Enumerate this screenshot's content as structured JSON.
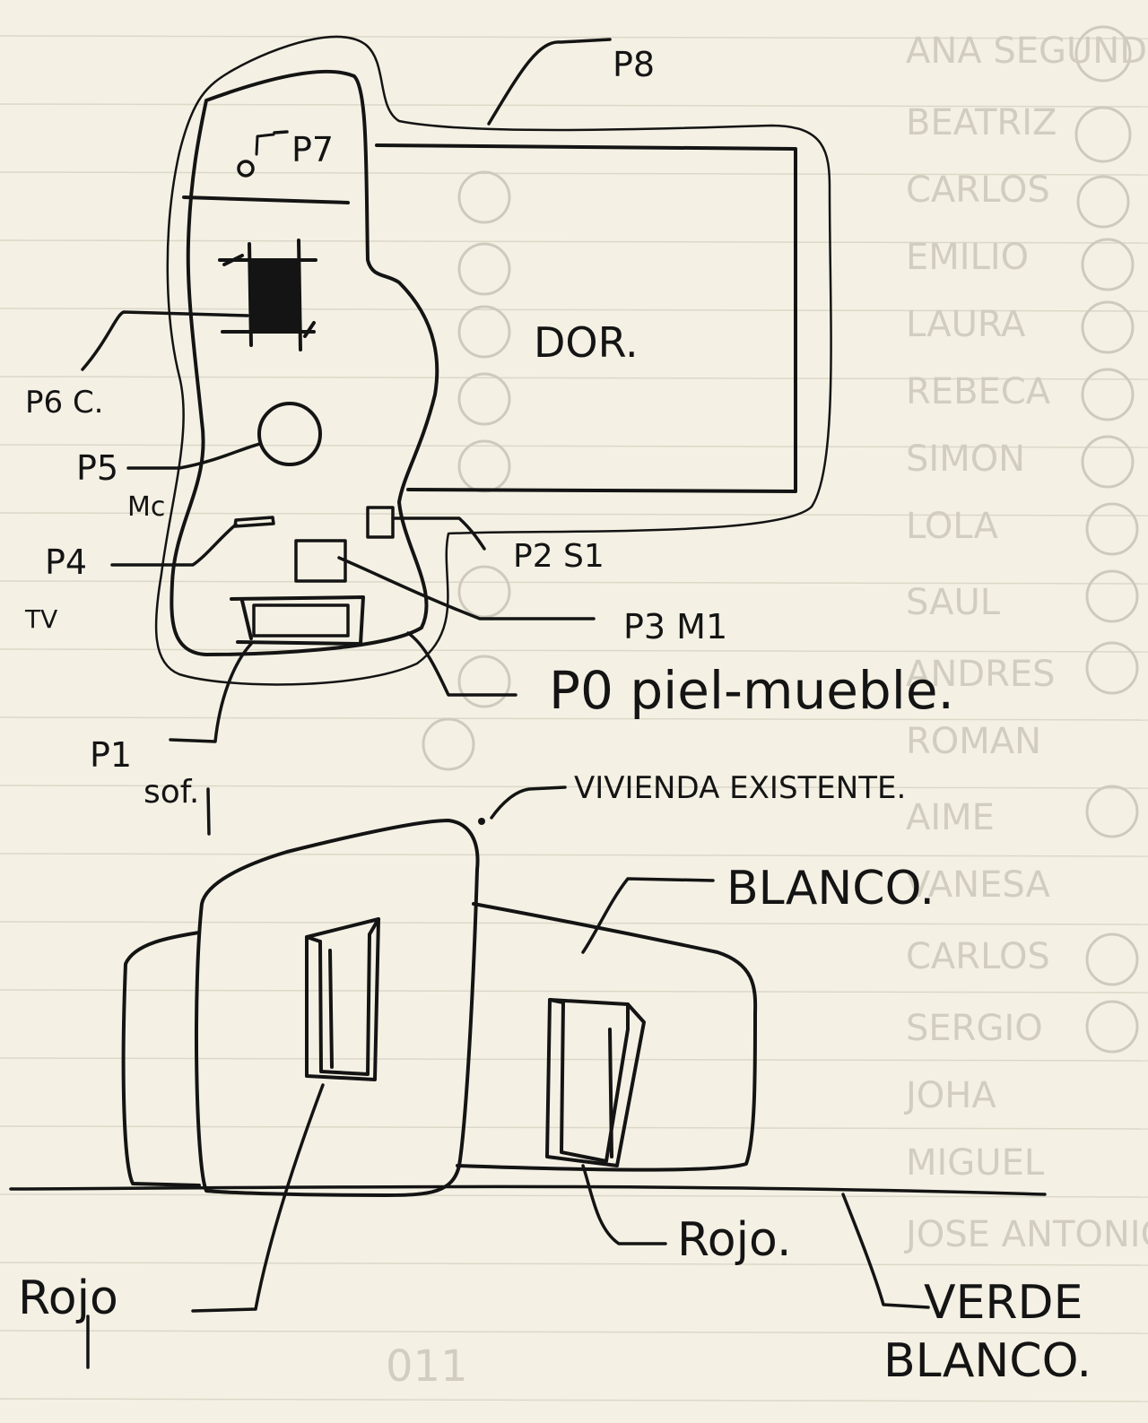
{
  "plan": {
    "p8": "P8",
    "p7": "P7",
    "p6": "P6 C.",
    "dor": "DOR.",
    "p5": "P5",
    "p5_note": "Mc",
    "p4": "P4",
    "p4_note": "TV",
    "p2": "P2 S1",
    "p3": "P3 M1",
    "p0": "P0 piel-mueble.",
    "p1": "P1",
    "p1_note": "sof."
  },
  "elevation": {
    "existing": "VIVIENDA EXISTENTE.",
    "blanco": "BLANCO.",
    "rojo_left": "Rojo",
    "rojo_right": "Rojo.",
    "verde_blanco_line1": "VERDE",
    "verde_blanco_line2": "BLANCO."
  },
  "colors": {
    "paper": "#f4f1e4",
    "ink": "#141414",
    "ghost": "#cfcabd"
  }
}
